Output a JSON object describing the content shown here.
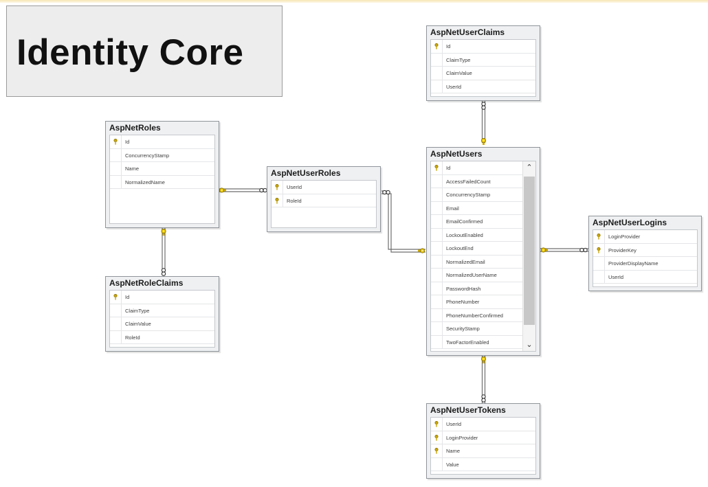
{
  "slide": {
    "title": "Identity Core"
  },
  "tables": {
    "user_claims": {
      "name": "AspNetUserClaims",
      "columns": [
        {
          "name": "Id",
          "pk": true
        },
        {
          "name": "ClaimType",
          "pk": false
        },
        {
          "name": "ClaimValue",
          "pk": false
        },
        {
          "name": "UserId",
          "pk": false
        }
      ]
    },
    "roles": {
      "name": "AspNetRoles",
      "columns": [
        {
          "name": "Id",
          "pk": true
        },
        {
          "name": "ConcurrencyStamp",
          "pk": false
        },
        {
          "name": "Name",
          "pk": false
        },
        {
          "name": "NormalizedName",
          "pk": false
        }
      ]
    },
    "user_roles": {
      "name": "AspNetUserRoles",
      "columns": [
        {
          "name": "UserId",
          "pk": true
        },
        {
          "name": "RoleId",
          "pk": true
        }
      ]
    },
    "users": {
      "name": "AspNetUsers",
      "columns": [
        {
          "name": "Id",
          "pk": true
        },
        {
          "name": "AccessFailedCount",
          "pk": false
        },
        {
          "name": "ConcurrencyStamp",
          "pk": false
        },
        {
          "name": "Email",
          "pk": false
        },
        {
          "name": "EmailConfirmed",
          "pk": false
        },
        {
          "name": "LockoutEnabled",
          "pk": false
        },
        {
          "name": "LockoutEnd",
          "pk": false
        },
        {
          "name": "NormalizedEmail",
          "pk": false
        },
        {
          "name": "NormalizedUserName",
          "pk": false
        },
        {
          "name": "PasswordHash",
          "pk": false
        },
        {
          "name": "PhoneNumber",
          "pk": false
        },
        {
          "name": "PhoneNumberConfirmed",
          "pk": false
        },
        {
          "name": "SecurityStamp",
          "pk": false
        },
        {
          "name": "TwoFactorEnabled",
          "pk": false
        }
      ]
    },
    "user_logins": {
      "name": "AspNetUserLogins",
      "columns": [
        {
          "name": "LoginProvider",
          "pk": true
        },
        {
          "name": "ProviderKey",
          "pk": true
        },
        {
          "name": "ProviderDisplayName",
          "pk": false
        },
        {
          "name": "UserId",
          "pk": false
        }
      ]
    },
    "role_claims": {
      "name": "AspNetRoleClaims",
      "columns": [
        {
          "name": "Id",
          "pk": true
        },
        {
          "name": "ClaimType",
          "pk": false
        },
        {
          "name": "ClaimValue",
          "pk": false
        },
        {
          "name": "RoleId",
          "pk": false
        }
      ]
    },
    "user_tokens": {
      "name": "AspNetUserTokens",
      "columns": [
        {
          "name": "UserId",
          "pk": true
        },
        {
          "name": "LoginProvider",
          "pk": true
        },
        {
          "name": "Name",
          "pk": true
        },
        {
          "name": "Value",
          "pk": false
        }
      ]
    }
  },
  "relationships": [
    {
      "one": "users",
      "many": "user_claims"
    },
    {
      "one": "roles",
      "many": "user_roles"
    },
    {
      "one": "users",
      "many": "user_roles"
    },
    {
      "one": "roles",
      "many": "role_claims"
    },
    {
      "one": "users",
      "many": "user_logins"
    },
    {
      "one": "users",
      "many": "user_tokens"
    }
  ],
  "colors": {
    "key_icon": "#c9a600",
    "line": "#6d6d6d",
    "table_border": "#8f9499"
  }
}
